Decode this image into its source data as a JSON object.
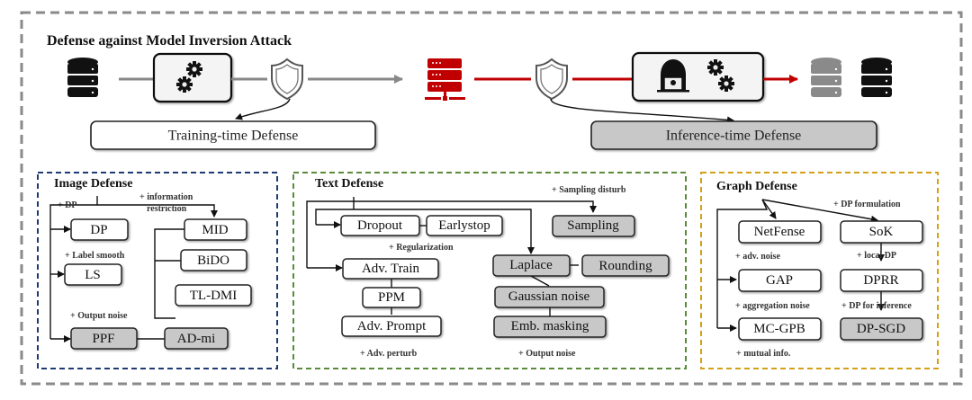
{
  "title": "Defense against Model Inversion Attack",
  "colors": {
    "outer_border": "#8a8a8a",
    "image_border": "#1f3a73",
    "text_border": "#5a8a3a",
    "graph_border": "#d4a017",
    "attack_red": "#c00000",
    "gray_box": "#c8c8c8"
  },
  "pipeline": {
    "icons": [
      "database-icon",
      "gears-icon",
      "shield-icon",
      "server-icon",
      "shield-icon",
      "hacker-icon",
      "gears-icon",
      "database-gray-icon",
      "database-icon"
    ],
    "training_label": "Training-time Defense",
    "inference_label": "Inference-time Defense"
  },
  "image_defense": {
    "title": "Image Defense",
    "annotations": {
      "dp": "+ DP",
      "info1": "+ information",
      "info2": "restriction",
      "label_smooth": "+ Label smooth",
      "output_noise": "+ Output noise"
    },
    "nodes": {
      "dp": "DP",
      "ls": "LS",
      "mid": "MID",
      "bido": "BiDO",
      "tldmi": "TL-DMI",
      "ppf": "PPF",
      "admi": "AD-mi"
    }
  },
  "text_defense": {
    "title": "Text Defense",
    "annotations": {
      "sampling_disturb": "+ Sampling disturb",
      "regularization": "+ Regularization",
      "adv_perturb": "+ Adv. perturb",
      "output_noise": "+ Output noise"
    },
    "nodes": {
      "dropout": "Dropout",
      "earlystop": "Earlystop",
      "sampling": "Sampling",
      "advtrain": "Adv. Train",
      "ppm": "PPM",
      "advprompt": "Adv. Prompt",
      "laplace": "Laplace",
      "rounding": "Rounding",
      "gaussian": "Gaussian noise",
      "embmask": "Emb. masking"
    }
  },
  "graph_defense": {
    "title": "Graph Defense",
    "annotations": {
      "dp_formulation": "+ DP formulation",
      "adv_noise": "+ adv. noise",
      "local_dp": "+ local DP",
      "aggregation_noise": "+ aggregation noise",
      "dp_inference": "+ DP for inference",
      "mutual_info": "+ mutual info."
    },
    "nodes": {
      "netfense": "NetFense",
      "sok": "SoK",
      "gap": "GAP",
      "dprr": "DPRR",
      "mcgpb": "MC-GPB",
      "dpsgd": "DP-SGD"
    }
  }
}
